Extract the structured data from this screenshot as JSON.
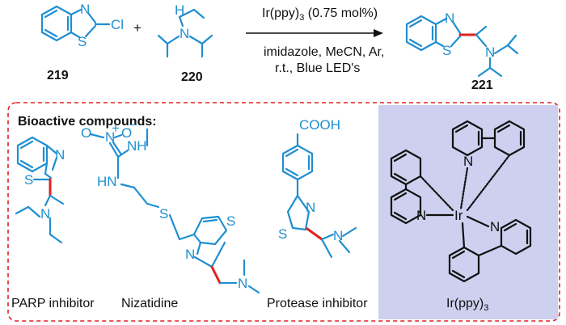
{
  "reaction": {
    "reactant1_substituent": "Cl",
    "plus": "+",
    "reagents_line1": "Ir(ppy)",
    "reagents_line1_sub": "3",
    "reagents_line1_tail": " (0.75 mol%)",
    "conditions_line1": "imidazole, MeCN, Ar,",
    "conditions_line2": "r.t., Blue LED's",
    "label_219": "219",
    "label_220": "220",
    "label_221": "221"
  },
  "atoms": {
    "N": "N",
    "S": "S",
    "H": "H",
    "O": "O",
    "NH": "NH",
    "HN": "HN",
    "Ir": "Ir",
    "COOH": "COOH",
    "nitro_plus": "+",
    "nitro_minus": "−"
  },
  "box": {
    "heading": "Bioactive compounds:",
    "captions": {
      "parp": "PARP inhibitor",
      "nizatidine": "Nizatidine",
      "protease": "Protease inhibitor",
      "ir_complex": "Ir(ppy)",
      "ir_complex_sub": "3"
    },
    "colors": {
      "dash_border": "#e02020",
      "ir_panel": "#cdd0ef",
      "bond_blue": "#1f8fd1",
      "new_bond_red": "#e02020"
    }
  }
}
